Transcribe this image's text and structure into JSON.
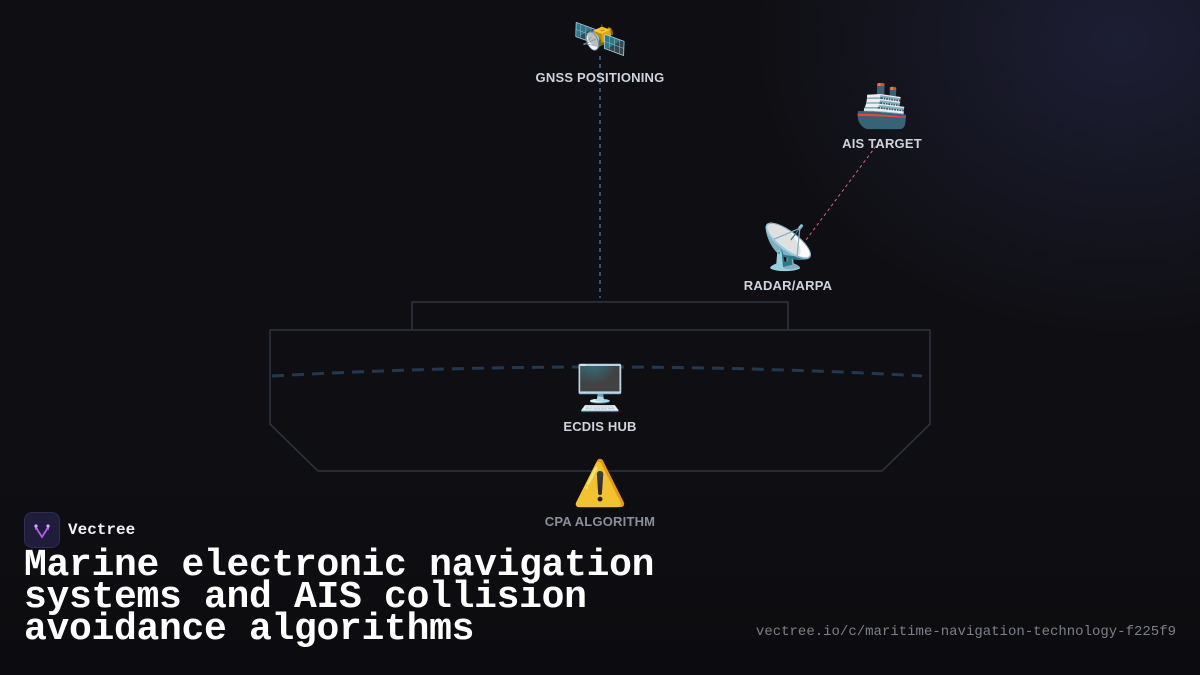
{
  "diagram": {
    "nodes": {
      "gnss": {
        "icon_name": "satellite-icon",
        "icon": "🛰️",
        "label": "GNSS POSITIONING"
      },
      "ais": {
        "icon_name": "ship-icon",
        "icon": "🚢",
        "label": "AIS TARGET"
      },
      "radar": {
        "icon_name": "satellite-dish-icon",
        "icon": "📡",
        "label": "RADAR/ARPA"
      },
      "ecdis": {
        "icon_name": "desktop-computer-icon",
        "icon": "🖥️",
        "label": "ECDIS HUB"
      },
      "cpa": {
        "icon_name": "warning-icon",
        "icon": "⚠️",
        "label": "CPA ALGORITHM"
      }
    },
    "colors": {
      "hull_stroke": "#2e3440",
      "gnss_link": "#3a6a9a",
      "ais_link": "#d9647a",
      "waterline": "#23384f"
    }
  },
  "brand": {
    "name": "Vectree",
    "logo_icon": "vectree-logo-icon",
    "accent": "#b45cf0"
  },
  "title": "Marine electronic navigation systems and AIS collision avoidance algorithms",
  "url": "vectree.io/c/maritime-navigation-technology-f225f9"
}
